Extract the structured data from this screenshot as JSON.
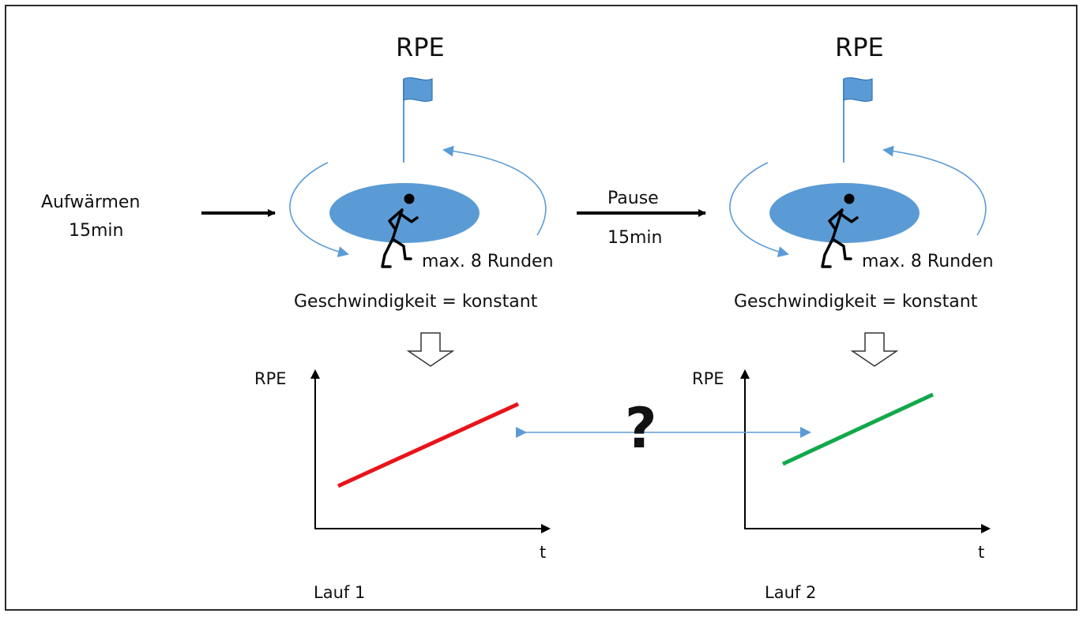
{
  "warmup": {
    "line1": "Aufwärmen",
    "line2": "15min"
  },
  "pause": {
    "line1": "Pause",
    "line2": "15min"
  },
  "stations": [
    {
      "rpe_title": "RPE",
      "laps": "max. 8 Runden",
      "speed": "Geschwindigkeit = konstant",
      "y_axis": "RPE",
      "x_axis": "t",
      "run_label": "Lauf 1",
      "line_color": "#e8141a"
    },
    {
      "rpe_title": "RPE",
      "laps": "max. 8 Runden",
      "speed": "Geschwindigkeit = konstant",
      "y_axis": "RPE",
      "x_axis": "t",
      "run_label": "Lauf 2",
      "line_color": "#12a84b"
    }
  ],
  "comparison_mark": "?",
  "colors": {
    "track": "#5b9bd5",
    "arrow": "#5b9bd5",
    "flag": "#5b9bd5"
  },
  "icons": [
    "flag-icon",
    "runner-icon",
    "circular-arrow-icon",
    "down-arrow-icon"
  ]
}
